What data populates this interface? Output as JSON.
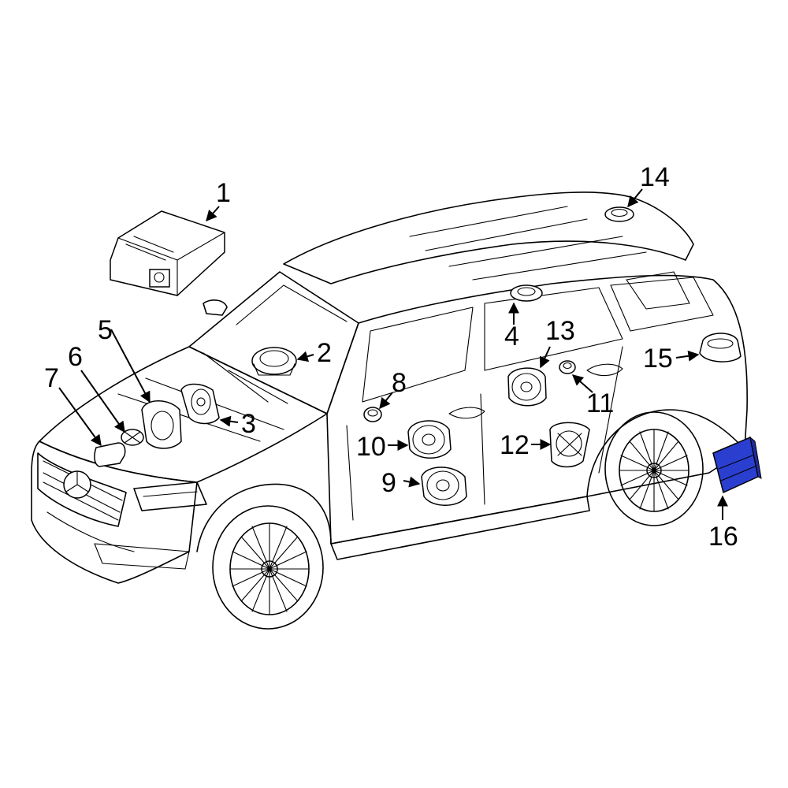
{
  "callouts": {
    "c1": "1",
    "c2": "2",
    "c3": "3",
    "c4": "4",
    "c5": "5",
    "c6": "6",
    "c7": "7",
    "c8": "8",
    "c9": "9",
    "c10": "10",
    "c11": "11",
    "c12": "12",
    "c13": "13",
    "c14": "14",
    "c15": "15",
    "c16": "16"
  },
  "colors": {
    "highlight_part": "#2a3fd0",
    "line": "#000000",
    "background": "#ffffff"
  }
}
